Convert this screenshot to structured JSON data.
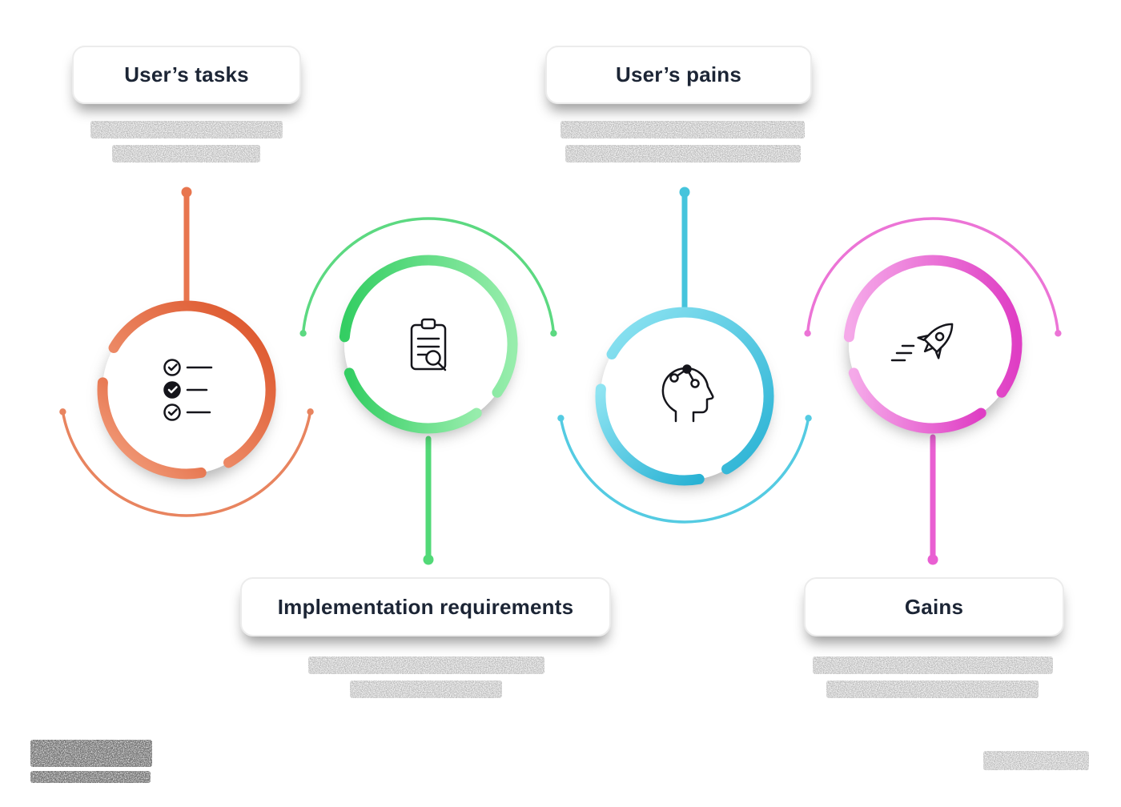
{
  "pills": {
    "tasks": {
      "label": "User’s tasks"
    },
    "pains": {
      "label": "User’s pains"
    },
    "implementation": {
      "label": "Implementation requirements"
    },
    "gains": {
      "label": "Gains"
    }
  },
  "colors": {
    "tasks_accent": "#E0603A",
    "implementation_accent": "#46D26E",
    "pains_accent": "#3DC1DC",
    "gains_accent": "#E558CE"
  },
  "icons": {
    "tasks": "checklist-icon",
    "implementation": "clipboard-search-icon",
    "pains": "head-network-icon",
    "gains": "rocket-icon"
  }
}
